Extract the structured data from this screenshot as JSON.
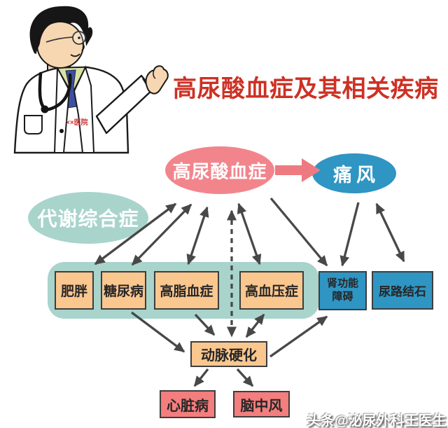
{
  "title": {
    "text": "高尿酸血症及其相关疾病",
    "color": "#cd3124"
  },
  "doctor": {
    "badge": "××医院"
  },
  "nodes": {
    "hyperuricemia": {
      "label": "高尿酸血症",
      "color": "#f2858c",
      "shape": "ellipse"
    },
    "gout": {
      "label": "痛风",
      "color": "#2f95c3",
      "shape": "ellipse"
    },
    "metabolic_syndrome": {
      "label": "代谢综合症",
      "color": "#a8d4cc",
      "shape": "ellipse"
    },
    "obesity": {
      "label": "肥胖",
      "color": "#fac78f"
    },
    "diabetes": {
      "label": "糖尿病",
      "color": "#fac78f"
    },
    "hyperlipidemia": {
      "label": "高脂血症",
      "color": "#fac78f"
    },
    "hypertension": {
      "label": "高血压症",
      "color": "#fac78f"
    },
    "renal_dysfunction": {
      "line1": "肾功能",
      "line2": "障碍",
      "color": "#2f95c3"
    },
    "urinary_stones": {
      "label": "尿路结石",
      "color": "#2f95c3"
    },
    "arteriosclerosis": {
      "label": "动脉硬化",
      "color": "#fac78f"
    },
    "heart_disease": {
      "label": "心脏病",
      "color": "#f47d7d"
    },
    "stroke": {
      "label": "脑中风",
      "color": "#f47d7d"
    }
  },
  "edges": [
    {
      "from": "hyperuricemia",
      "to": "gout",
      "style": "thick-pink",
      "direction": "one-way"
    },
    {
      "from": "hyperuricemia",
      "to": "obesity",
      "style": "solid",
      "direction": "two-way"
    },
    {
      "from": "hyperuricemia",
      "to": "diabetes",
      "style": "solid",
      "direction": "two-way"
    },
    {
      "from": "hyperuricemia",
      "to": "hyperlipidemia",
      "style": "solid",
      "direction": "two-way"
    },
    {
      "from": "hyperuricemia",
      "to": "arteriosclerosis",
      "style": "dashed",
      "direction": "two-way"
    },
    {
      "from": "hyperuricemia",
      "to": "hypertension",
      "style": "solid",
      "direction": "two-way"
    },
    {
      "from": "hyperuricemia",
      "to": "renal_dysfunction",
      "style": "solid",
      "direction": "one-way"
    },
    {
      "from": "gout",
      "to": "renal_dysfunction",
      "style": "solid",
      "direction": "one-way"
    },
    {
      "from": "gout",
      "to": "urinary_stones",
      "style": "solid",
      "direction": "two-way"
    },
    {
      "from": "diabetes",
      "to": "arteriosclerosis",
      "style": "solid",
      "direction": "one-way"
    },
    {
      "from": "hyperlipidemia",
      "to": "arteriosclerosis",
      "style": "solid",
      "direction": "one-way"
    },
    {
      "from": "hypertension",
      "to": "arteriosclerosis",
      "style": "solid",
      "direction": "two-way"
    },
    {
      "from": "arteriosclerosis",
      "to": "renal_dysfunction",
      "style": "solid",
      "direction": "one-way"
    },
    {
      "from": "arteriosclerosis",
      "to": "heart_disease",
      "style": "solid",
      "direction": "one-way"
    },
    {
      "from": "arteriosclerosis",
      "to": "stroke",
      "style": "solid",
      "direction": "one-way"
    }
  ],
  "watermark": {
    "text": "头条@泌尿外科王医生"
  }
}
